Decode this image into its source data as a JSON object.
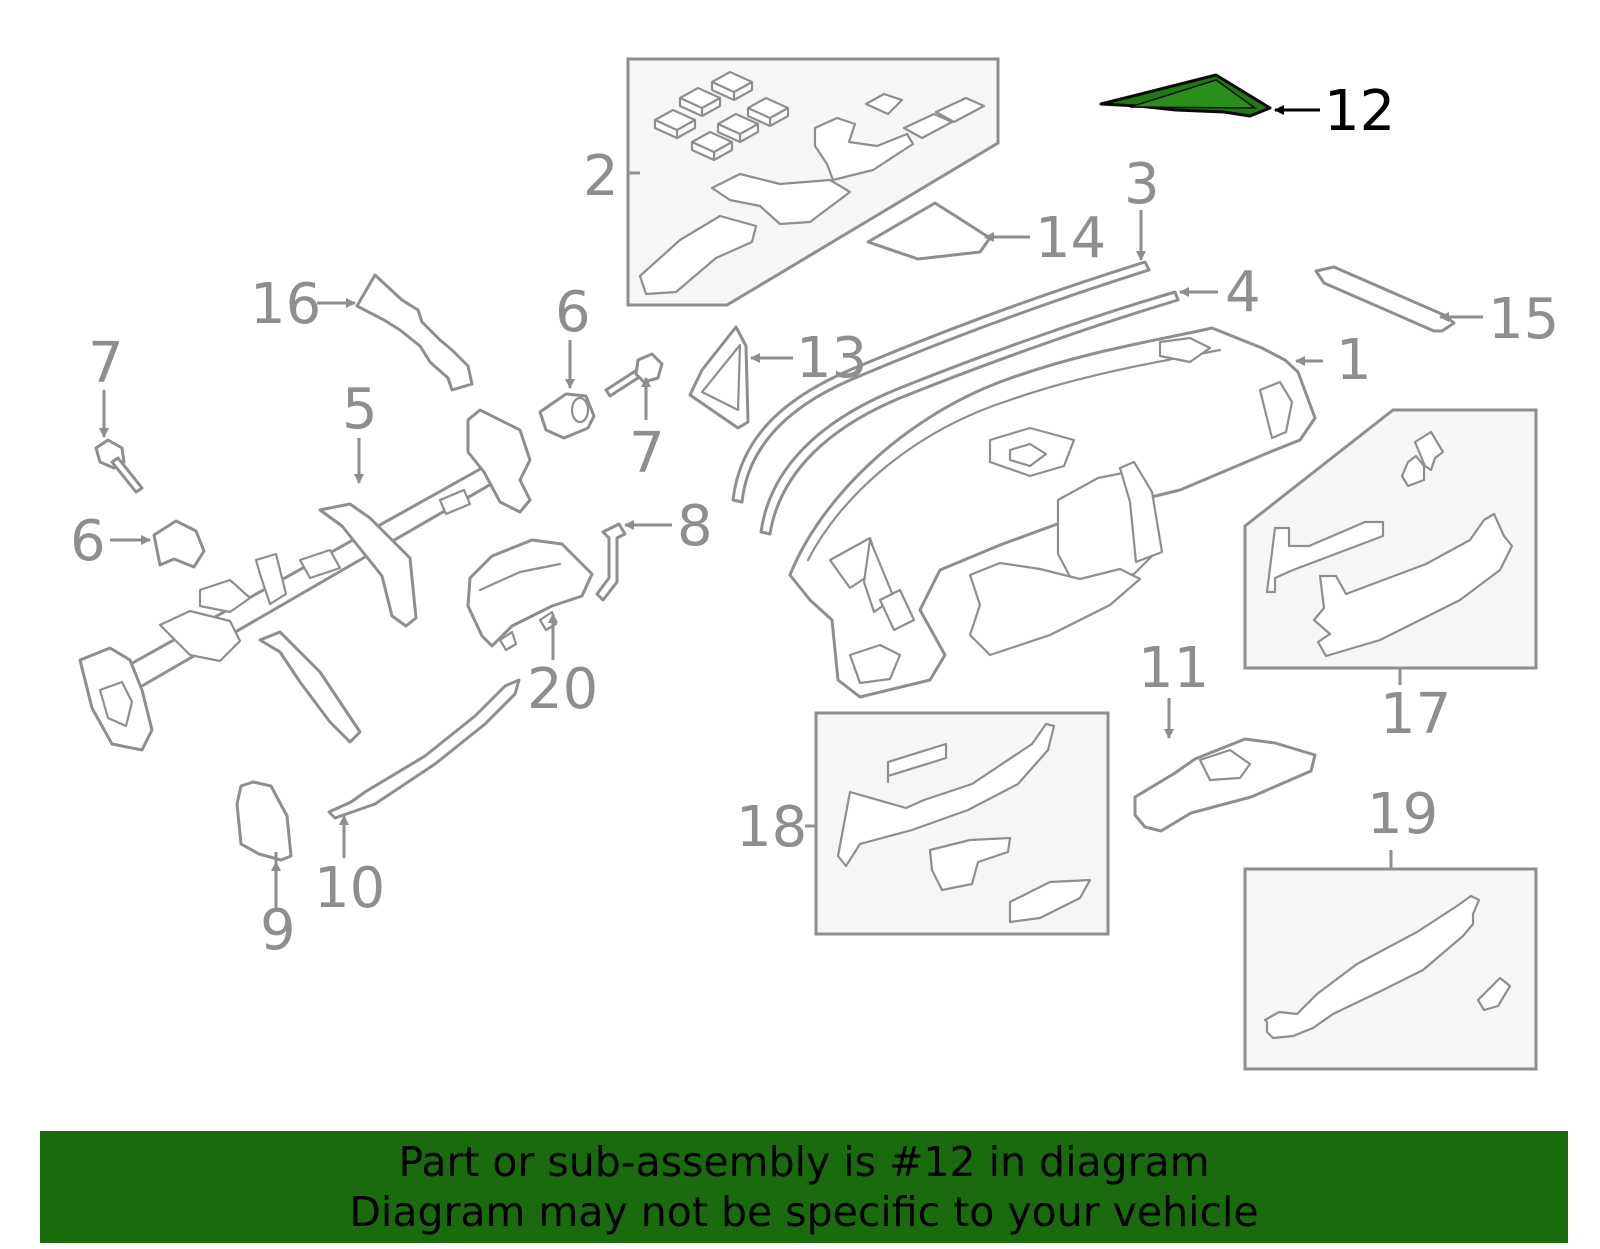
{
  "diagram": {
    "highlighted_part": "12",
    "highlight_color": "#1f7a12",
    "part_color": "#8e8e8e",
    "callouts": {
      "c1": "1",
      "c2": "2",
      "c3": "3",
      "c4": "4",
      "c5": "5",
      "c6a": "6",
      "c6b": "6",
      "c7a": "7",
      "c7b": "7",
      "c8": "8",
      "c9": "9",
      "c10": "10",
      "c11": "11",
      "c12": "12",
      "c13": "13",
      "c14": "14",
      "c15": "15",
      "c16": "16",
      "c17": "17",
      "c18": "18",
      "c19": "19",
      "c20": "20"
    }
  },
  "footer": {
    "line1": "Part or sub-assembly is #12 in diagram",
    "line2": "Diagram may not be specific to your vehicle",
    "background": "#1a6b0d"
  }
}
